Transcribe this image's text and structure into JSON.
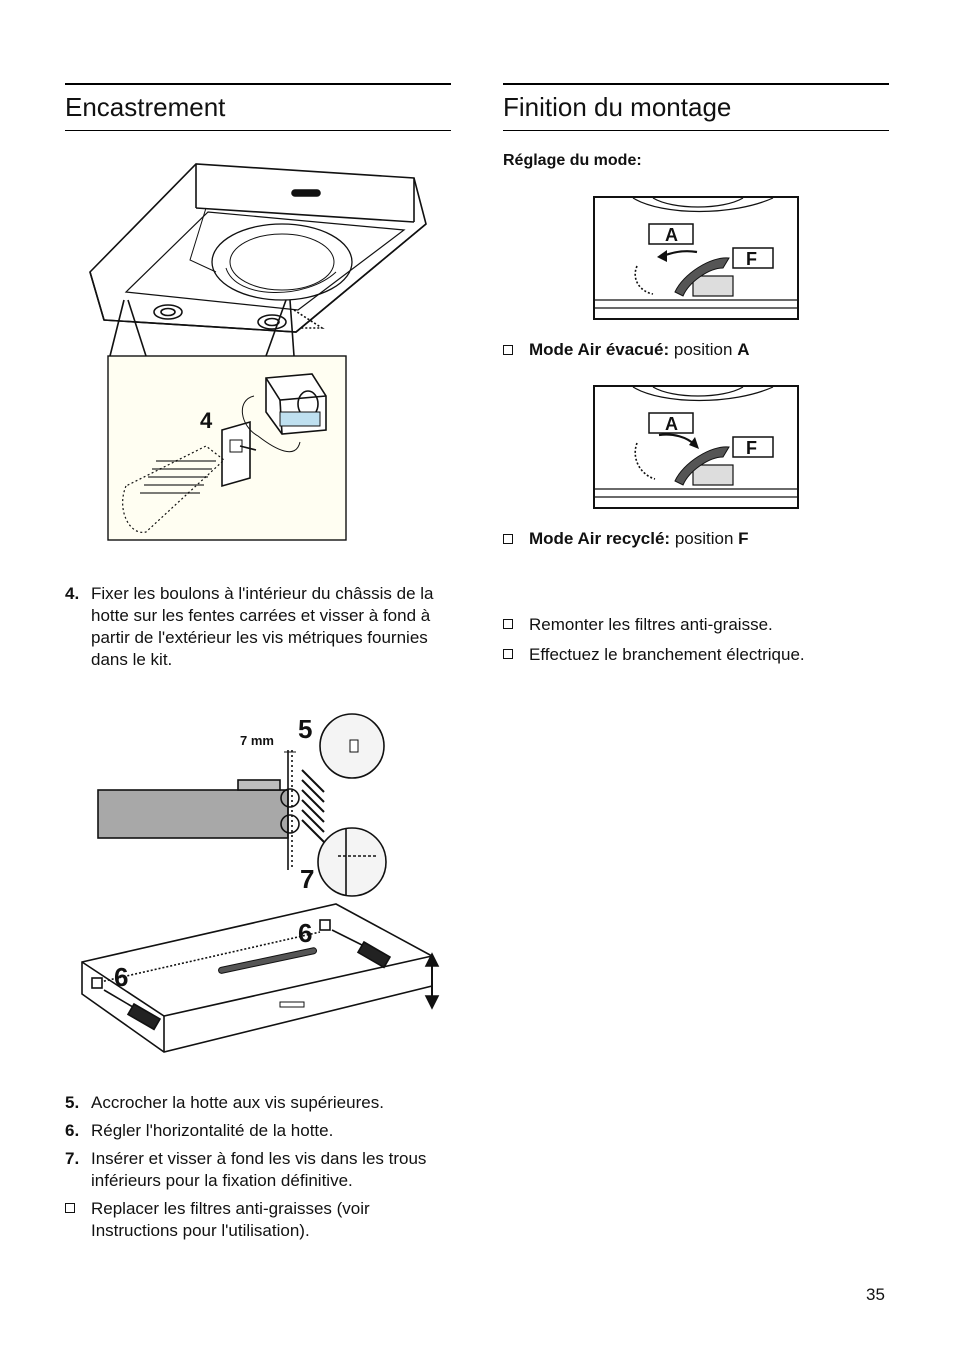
{
  "left": {
    "title": "Encastrement",
    "fig1_label": "4",
    "step4": {
      "num": "4.",
      "text": "Fixer les boulons à l'intérieur du châssis de la hotte sur les fentes carrées et visser à fond à partir de l'extérieur les vis métriques fournies dans le kit."
    },
    "fig2": {
      "dim": "7 mm",
      "label5": "5",
      "label7": "7",
      "label6a": "6",
      "label6b": "6"
    },
    "steps": [
      {
        "num": "5.",
        "text": "Accrocher la hotte aux vis supérieures."
      },
      {
        "num": "6.",
        "text": "Régler l'horizontalité de la hotte."
      },
      {
        "num": "7.",
        "text": "Insérer et visser à fond les vis dans les trous inférieurs pour la fixation définitive."
      }
    ],
    "bullet": "Replacer les filtres anti-graisses (voir Instructions pour l'utilisation)."
  },
  "right": {
    "title": "Finition du montage",
    "subhead": "Réglage du mode:",
    "fig_a": {
      "labelA": "A",
      "labelF": "F"
    },
    "mode1": {
      "bold": "Mode Air évacué:",
      "text": " position ",
      "pos": "A"
    },
    "fig_f": {
      "labelA": "A",
      "labelF": "F"
    },
    "mode2": {
      "bold": "Mode Air recyclé:",
      "text": " position ",
      "pos": "F"
    },
    "bullets": [
      "Remonter les filtres anti-graisse.",
      "Effectuez le branchement électrique."
    ]
  },
  "page_number": "35"
}
